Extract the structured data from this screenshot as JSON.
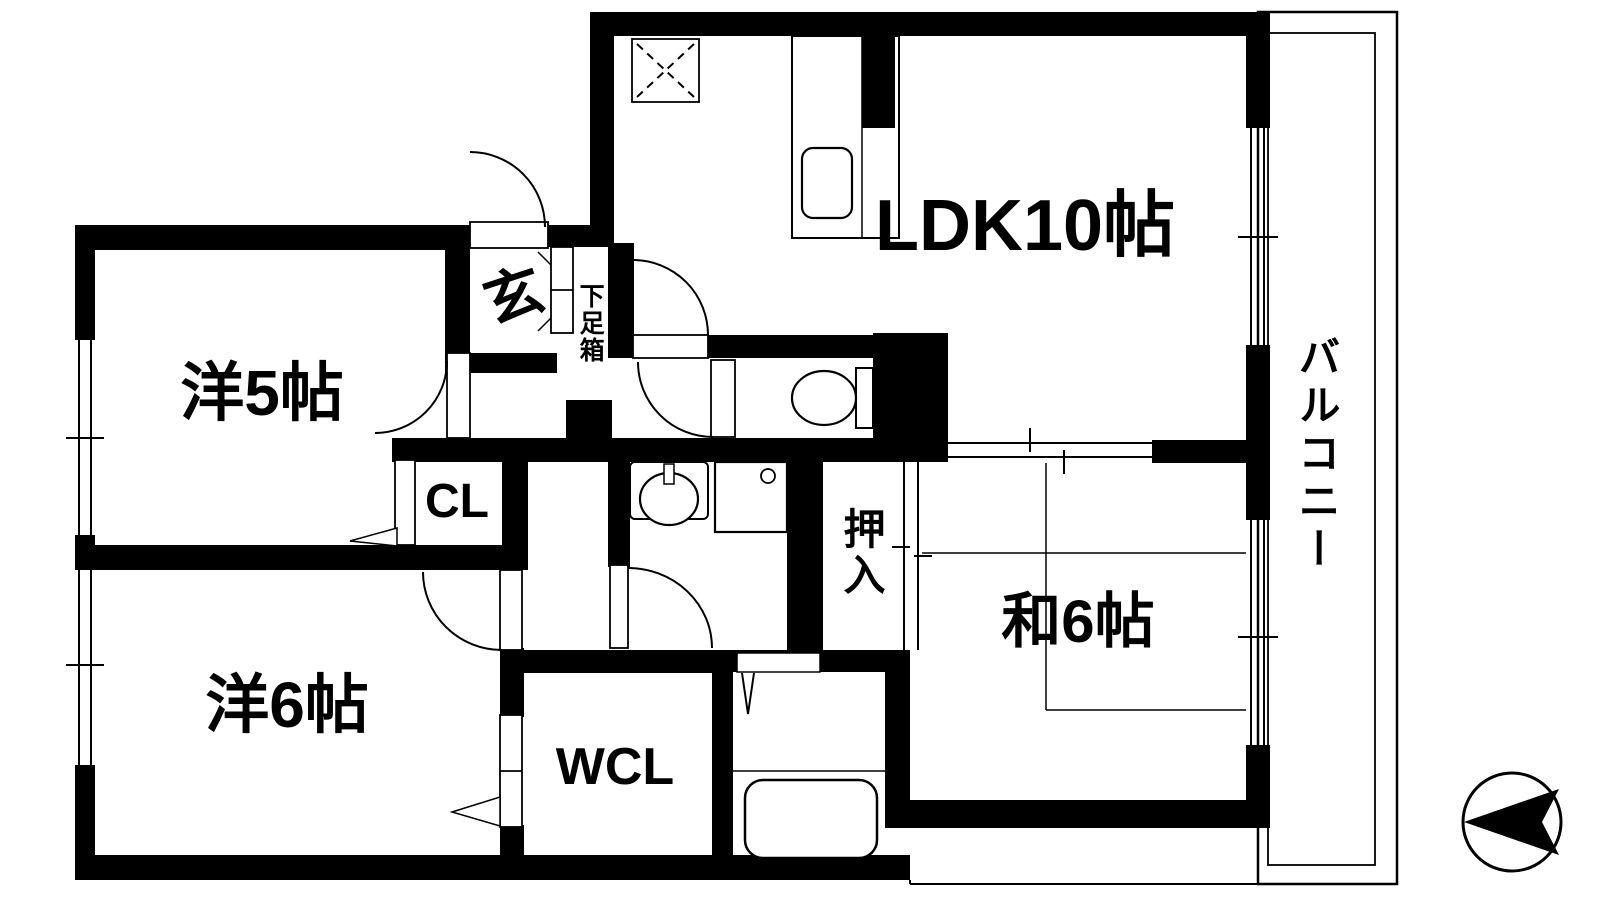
{
  "meta": {
    "type": "japanese-apartment-floor-plan"
  },
  "colors": {
    "wall": "#000000",
    "background": "#ffffff",
    "line": "#000000"
  },
  "rooms": {
    "ldk": {
      "label": "LDK10帖"
    },
    "western5": {
      "label": "洋5帖"
    },
    "western6": {
      "label": "洋6帖"
    },
    "japanese6": {
      "label": "和6帖"
    },
    "balcony": {
      "label": "バルコニー"
    },
    "entrance": {
      "label": "玄"
    },
    "shoe_box": {
      "label": "下足箱"
    },
    "closet": {
      "label": "CL"
    },
    "walk_in_closet": {
      "label": "WCL"
    },
    "oshiire": {
      "label": "押入"
    }
  },
  "icons": {
    "compass": "compass-arrow-pointing-left",
    "refrigerator_space": "dashed-x-box",
    "kitchen_sink": "rounded-rect-sink",
    "toilet": "toilet-bowl-with-tank",
    "washbasin": "oval-basin-with-tap",
    "washing_machine": "square-with-valve-circle",
    "bathtub": "rounded-rect-tub"
  }
}
